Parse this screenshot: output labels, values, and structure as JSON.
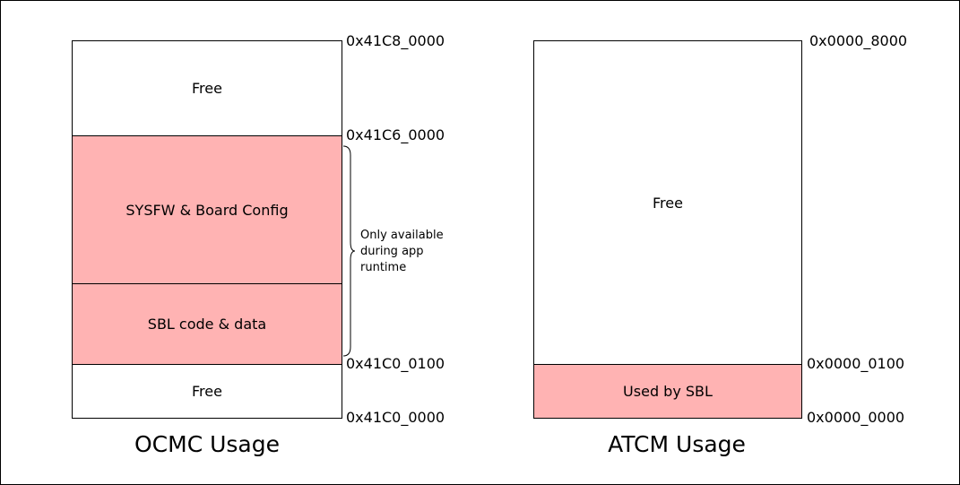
{
  "ocmc": {
    "title": "OCMC Usage",
    "blocks": [
      {
        "label": "Free",
        "fill": "#ffffff"
      },
      {
        "label": "SYSFW & Board Config",
        "fill": "#ffb3b3"
      },
      {
        "label": "SBL code & data",
        "fill": "#ffb3b3"
      },
      {
        "label": "Free",
        "fill": "#ffffff"
      }
    ],
    "addresses": [
      "0x41C8_0000",
      "0x41C6_0000",
      "0x41C0_0100",
      "0x41C0_0000"
    ],
    "note": "Only available during app runtime"
  },
  "atcm": {
    "title": "ATCM Usage",
    "blocks": [
      {
        "label": "Free",
        "fill": "#ffffff"
      },
      {
        "label": "Used by SBL",
        "fill": "#ffb3b3"
      }
    ],
    "addresses": [
      "0x0000_8000",
      "0x0000_0100",
      "0x0000_0000"
    ]
  }
}
